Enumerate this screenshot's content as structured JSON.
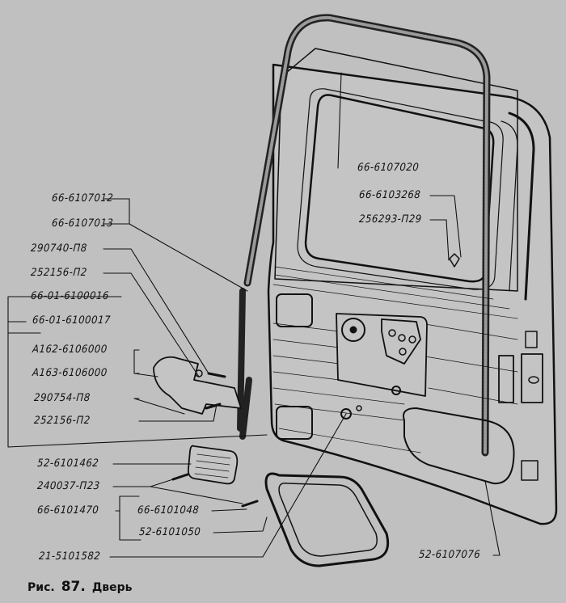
{
  "figure": {
    "caption_prefix": "Рис.",
    "caption_number": "87.",
    "caption_title": "Дверь"
  },
  "labels": {
    "seal_outer_1": "66-6107012",
    "seal_outer_2": "66-6107013",
    "bolt_hinge_1": "290740-П8",
    "washer_hinge_1": "252156-П2",
    "door_assy_1": "66-01-6100016",
    "door_assy_2": "66-01-6100017",
    "hinge_1": "А162-6106000",
    "hinge_2": "А163-6106000",
    "bolt_hinge_2": "290754-П8",
    "washer_hinge_2": "252156-П2",
    "cover_plate": "52-6101462",
    "screw": "240037-П23",
    "hatch_frame_assy": "66-6101470",
    "hatch_screw": "66-6101048",
    "hatch_frame": "52-6101050",
    "plug": "21-5101582",
    "window_channel": "66-6107020",
    "clip": "66-6103268",
    "rivet": "256293-П29",
    "seal_bottom": "52-6107076"
  }
}
